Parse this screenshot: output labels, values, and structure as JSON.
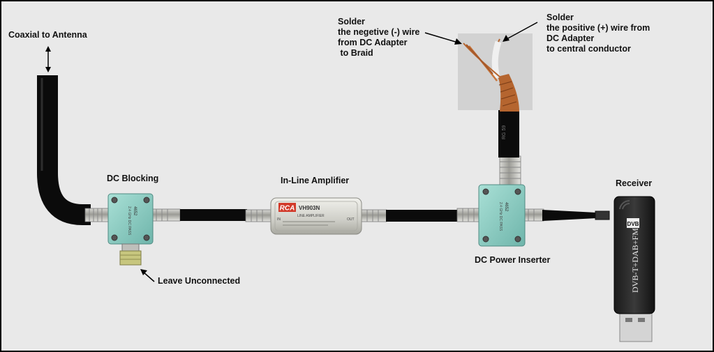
{
  "labels": {
    "coax": "Coaxial to Antenna",
    "dc_blocking": "DC Blocking",
    "leave_unconnected": "Leave Unconnected",
    "inline_amp": "In-Line Amplifier",
    "power_inserter": "DC Power Inserter",
    "receiver": "Receiver",
    "solder_neg": [
      "Solder",
      "the negetive (-) wire",
      "from DC Adapter",
      " to Braid"
    ],
    "solder_pos": [
      "Solder",
      "the positive (+) wire from",
      "DC Adapter",
      "to central conductor"
    ]
  },
  "device_text": {
    "splitter_model": "4652",
    "splitter_sub": "2.4 GHz DC PASS",
    "amp_brand": "RCA",
    "amp_model": "VH903N",
    "amp_sub": "LINE AMPLIFIER",
    "amp_in": "IN",
    "amp_out": "OUT",
    "cable_print": "RG 59",
    "receiver_logo": "DVB",
    "receiver_text": "DVB-T+DAB+FM"
  },
  "colors": {
    "background": "#e9e9e9",
    "cable": "#0b0b0b",
    "splitter": "#8ecfc6",
    "copper": "#b5652f"
  }
}
